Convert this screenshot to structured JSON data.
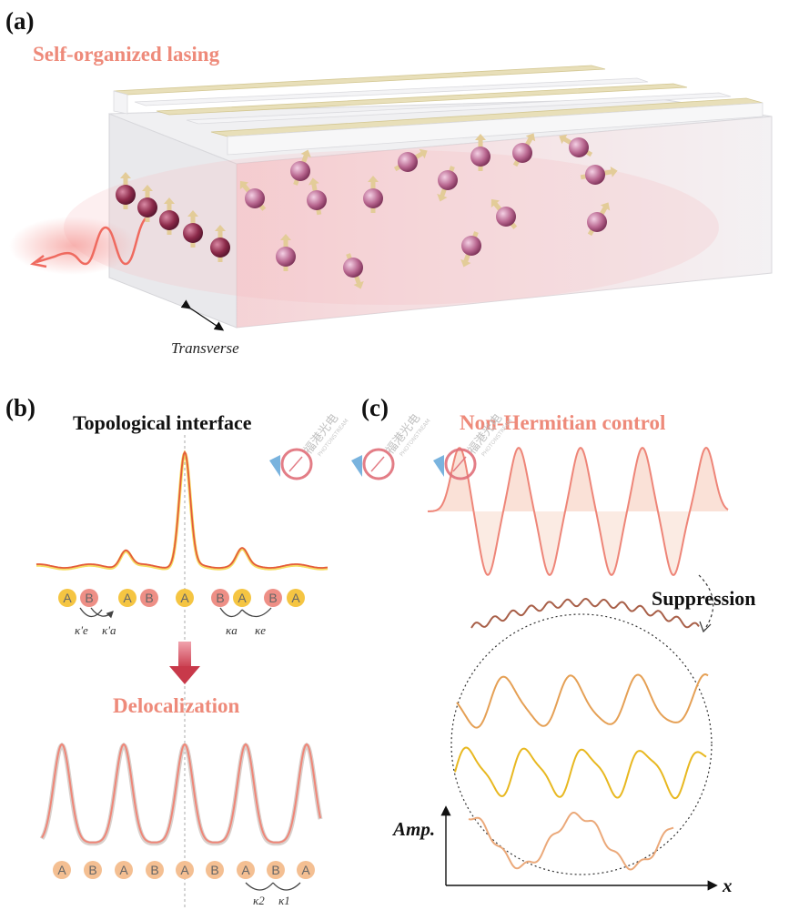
{
  "panel_a": {
    "label": "(a)",
    "title": "Self-organized lasing",
    "axis_label": "Transverse"
  },
  "panel_b": {
    "label": "(b)",
    "top_title": "Topological interface",
    "bottom_title": "Delocalization",
    "top_sites": [
      "A",
      "B",
      "A",
      "B",
      "A",
      "B",
      "A",
      "B",
      "A"
    ],
    "top_coupling_labels": [
      "κ'e",
      "κ'a",
      "κa",
      "κe"
    ],
    "bottom_sites": [
      "A",
      "B",
      "A",
      "B",
      "A",
      "B",
      "A",
      "B",
      "A"
    ],
    "bottom_coupling_labels": [
      "κ2",
      "κ1"
    ]
  },
  "panel_c": {
    "label": "(c)",
    "title": "Non-Hermitian control",
    "suppression_label": "Suppression",
    "y_axis_label": "Amp.",
    "x_axis_label": "x"
  },
  "watermark": {
    "text": "福港光电",
    "subtext": "PHOTONSTREAM"
  },
  "colors": {
    "salmon": "#ee8a7a",
    "site_a": "#f5c542",
    "site_b": "#ee8f86",
    "site_bottom": "#f4bf92",
    "arrow": "#c8394a",
    "orange_curve": "#e5a055",
    "yellow_curve": "#e8b820",
    "brown_curve": "#a85f48",
    "peach_curve": "#eba97a"
  }
}
